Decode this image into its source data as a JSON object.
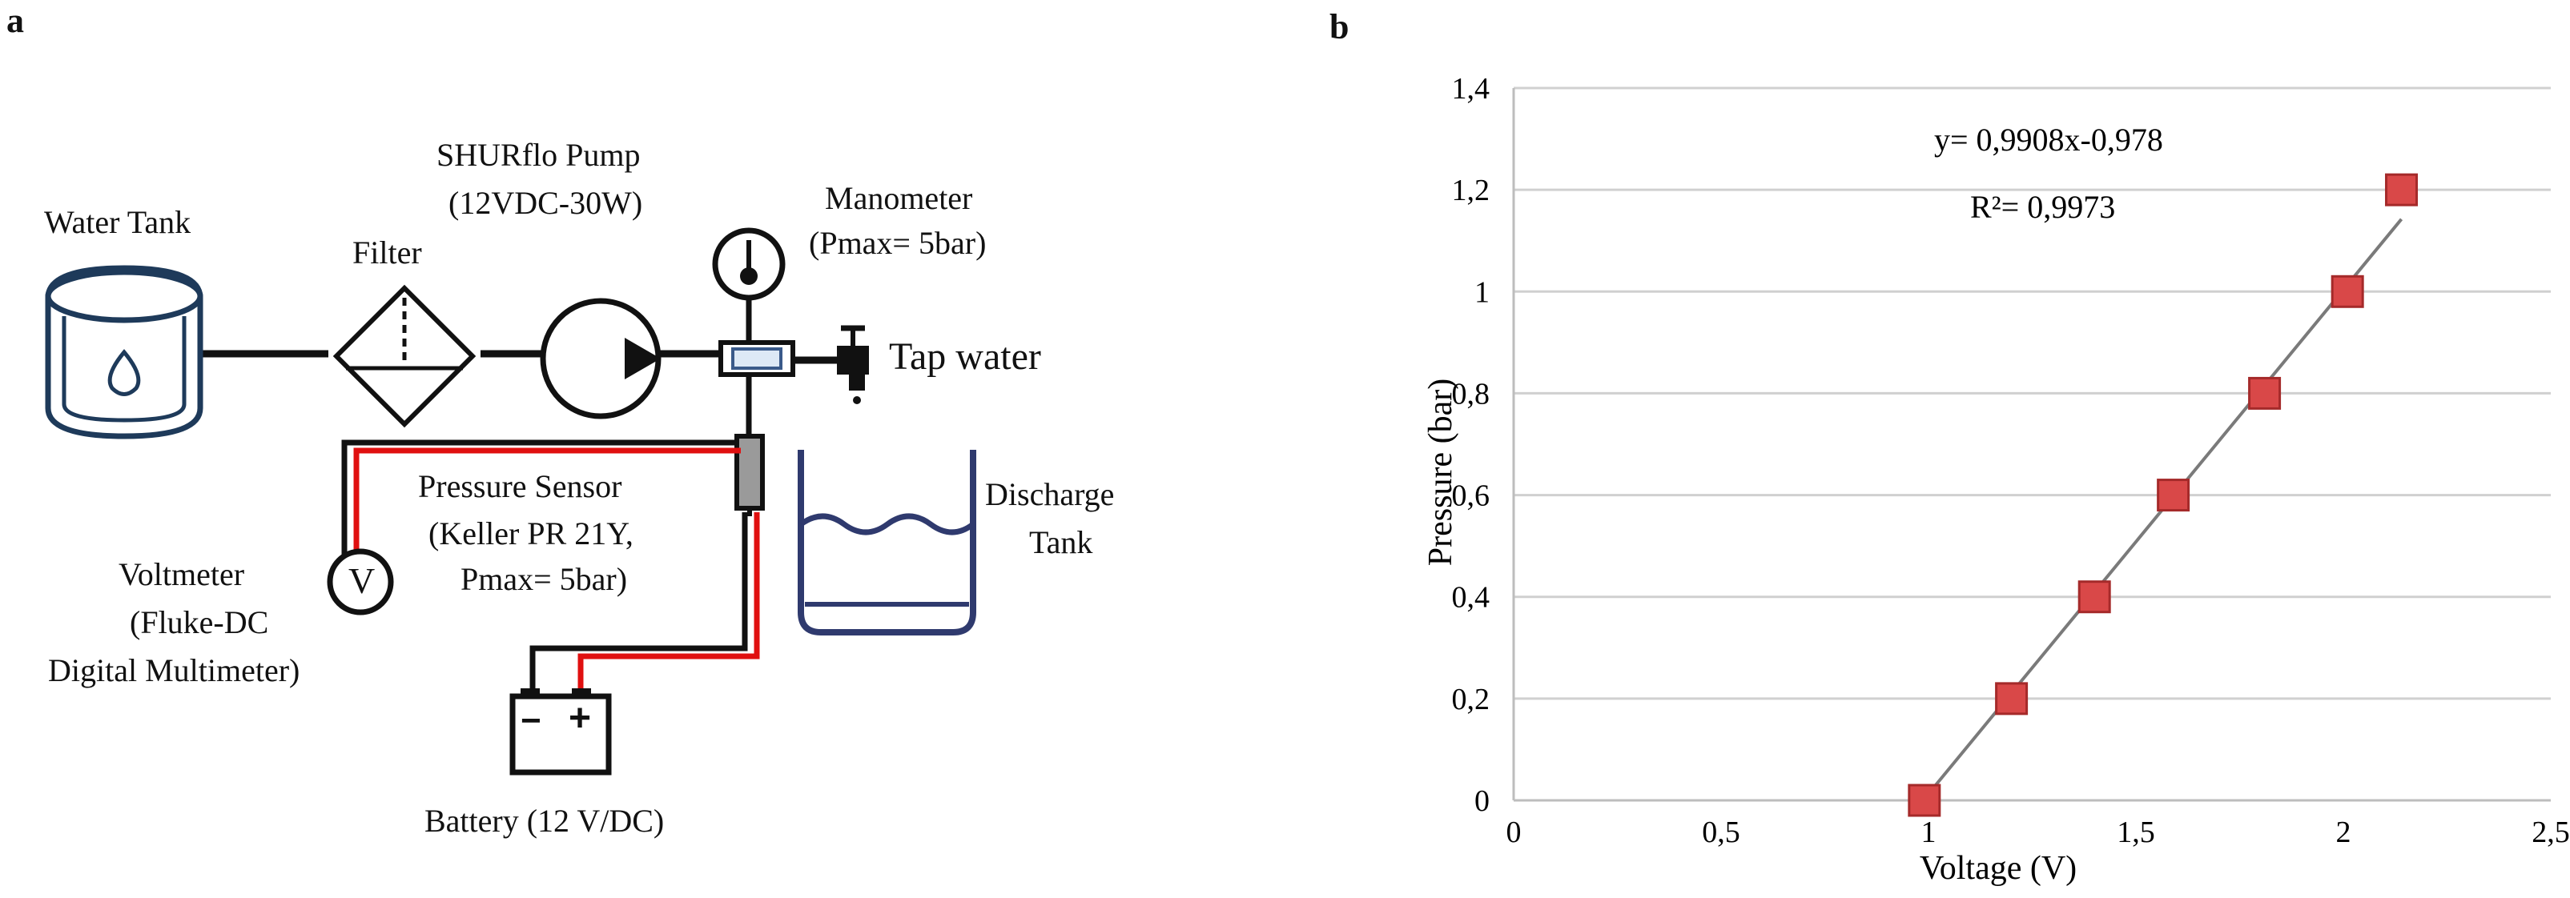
{
  "panel_a": {
    "panel_label": "a",
    "water_tank_label": "Water Tank",
    "filter_label": "Filter",
    "pump_label_line1": "SHURflo Pump",
    "pump_label_line2": "(12VDC-30W)",
    "manometer_label_line1": "Manometer",
    "manometer_label_line2": "(Pmax= 5bar)",
    "tap_label": "Tap water",
    "sensor_label_line1": "Pressure Sensor",
    "sensor_label_line2": "(Keller PR 21Y,",
    "sensor_label_line3": "Pmax= 5bar)",
    "discharge_label_line1": "Discharge",
    "discharge_label_line2": "Tank",
    "voltmeter_symbol": "V",
    "voltmeter_label_line1": "Voltmeter",
    "voltmeter_label_line2": "(Fluke-DC",
    "voltmeter_label_line3": "Digital Multimeter)",
    "battery_minus": "−",
    "battery_plus": "+",
    "battery_label": "Battery (12 V/DC)",
    "colors": {
      "wire_red": "#e01010",
      "wire_black": "#111111",
      "tank_blue": "#2f3a6e",
      "water_icon": "#1e3a5a"
    }
  },
  "panel_b": {
    "panel_label": "b",
    "chart_data": {
      "type": "scatter",
      "xlabel": "Voltage (V)",
      "ylabel": "Pressure (bar)",
      "xlim": [
        0,
        2.5
      ],
      "ylim": [
        0,
        1.4
      ],
      "x_ticks": [
        "0",
        "0,5",
        "1",
        "1,5",
        "2",
        "2,5"
      ],
      "y_ticks": [
        "0",
        "0,2",
        "0,4",
        "0,6",
        "0,8",
        "1",
        "1,2",
        "1,4"
      ],
      "x_tick_values": [
        0,
        0.5,
        1,
        1.5,
        2,
        2.5
      ],
      "y_tick_values": [
        0,
        0.2,
        0.4,
        0.6,
        0.8,
        1.0,
        1.2,
        1.4
      ],
      "grid": "horizontal",
      "points": [
        {
          "x": 0.99,
          "y": 0.0
        },
        {
          "x": 1.2,
          "y": 0.2
        },
        {
          "x": 1.4,
          "y": 0.4
        },
        {
          "x": 1.59,
          "y": 0.6
        },
        {
          "x": 1.81,
          "y": 0.8
        },
        {
          "x": 2.01,
          "y": 1.0
        },
        {
          "x": 2.14,
          "y": 1.2
        }
      ],
      "trendline": {
        "slope": 0.9908,
        "intercept": -0.978,
        "x_range": [
          0.99,
          2.14
        ]
      },
      "equation": "y= 0,9908x-0,978",
      "r_squared": "R²= 0,9973",
      "colors": {
        "marker_fill": "#d94848",
        "marker_edge": "#a52a2a",
        "trendline": "#7a7a7a",
        "grid": "#d0d0d0"
      }
    }
  }
}
